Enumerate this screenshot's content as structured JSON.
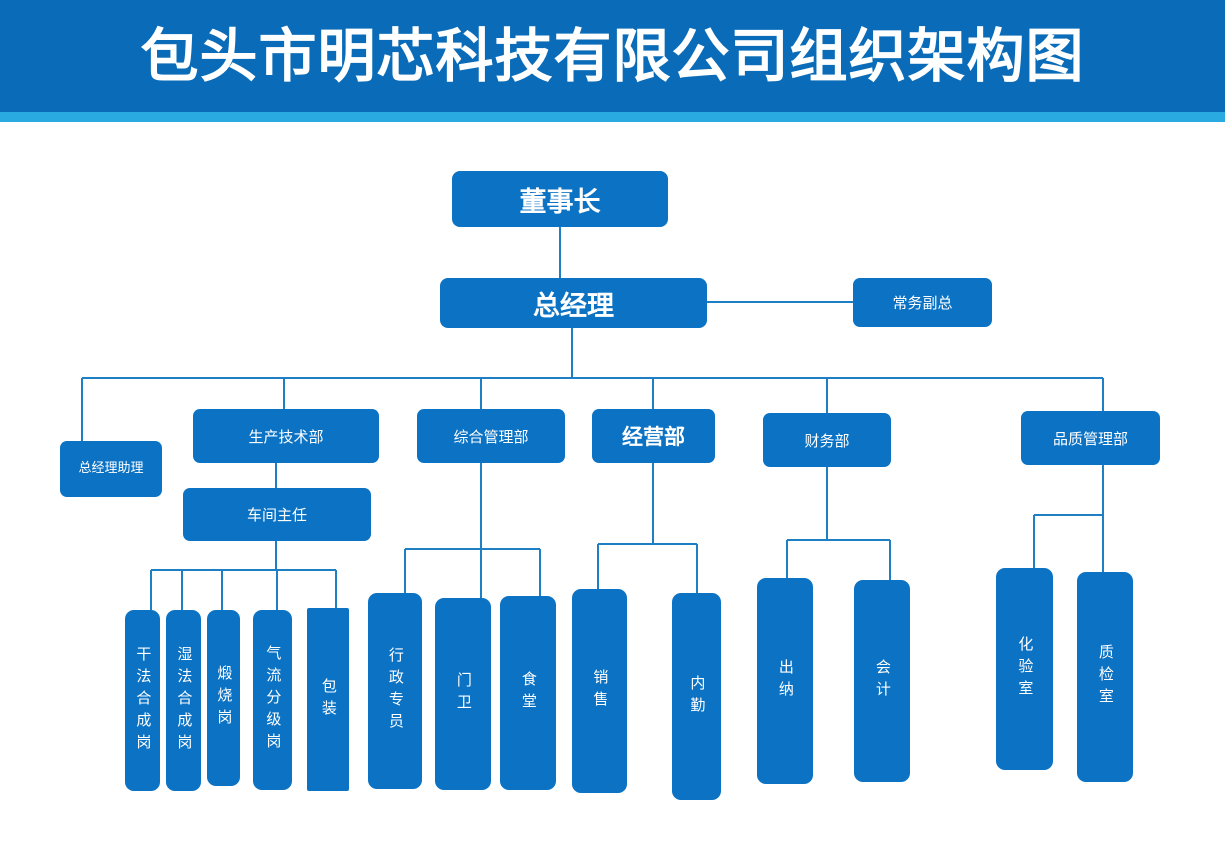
{
  "banner": {
    "title": "包头市明芯科技有限公司组织架构图",
    "bg_color": "#0A6CB8",
    "strip_color": "#29ABE2"
  },
  "theme": {
    "node_fill": "#0B72C4",
    "node_text": "#FFFFFF",
    "connector_color": "#1F7FC4",
    "page_bg": "#FFFFFF"
  },
  "chart_data": {
    "type": "org-chart",
    "title": "包头市明芯科技有限公司组织架构图",
    "orientation": "top-down",
    "levels": 5
  },
  "nodes": {
    "chairman": {
      "label": "董事长"
    },
    "general_manager": {
      "label": "总经理"
    },
    "deputy_gm": {
      "label": "常务副总"
    },
    "gm_assistant": {
      "label": "总经理助理"
    },
    "dept_production": {
      "label": "生产技术部"
    },
    "dept_general_admin": {
      "label": "综合管理部"
    },
    "dept_business": {
      "label": "经营部"
    },
    "dept_finance": {
      "label": "财务部"
    },
    "dept_quality": {
      "label": "品质管理部"
    },
    "workshop_director": {
      "label": "车间主任"
    },
    "post_dry_synth": {
      "label": "干法合成岗"
    },
    "post_wet_synth": {
      "label": "湿法合成岗"
    },
    "post_calcination": {
      "label": "煅烧岗"
    },
    "post_air_classify": {
      "label": "气流分级岗"
    },
    "post_packaging": {
      "label": "包装"
    },
    "post_admin_officer": {
      "label": "行政专员"
    },
    "post_gatekeeper": {
      "label": "门卫"
    },
    "post_canteen": {
      "label": "食堂"
    },
    "post_sales": {
      "label": "销售"
    },
    "post_inside_sales": {
      "label": "内勤"
    },
    "post_cashier": {
      "label": "出纳"
    },
    "post_accountant": {
      "label": "会计"
    },
    "post_lab": {
      "label": "化验室"
    },
    "post_qc_room": {
      "label": "质检室"
    }
  }
}
